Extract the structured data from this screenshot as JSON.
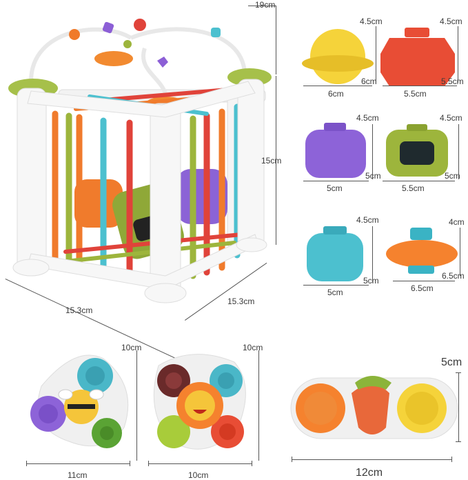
{
  "cube": {
    "height": "19cm",
    "side": "15cm",
    "width_left": "15.3cm",
    "width_right": "15.3cm"
  },
  "shapes": [
    {
      "height": "4.5cm",
      "depth": "6cm",
      "width": "6cm",
      "color": "#f5d33a"
    },
    {
      "height": "4.5cm",
      "depth": "5.5cm",
      "width": "5.5cm",
      "color": "#e84d35"
    },
    {
      "height": "4.5cm",
      "depth": "5cm",
      "width": "5cm",
      "color": "#8d63d8"
    },
    {
      "height": "4.5cm",
      "depth": "5cm",
      "width": "5.5cm",
      "color": "#9db53c"
    },
    {
      "height": "4.5cm",
      "depth": "5cm",
      "width": "5cm",
      "color": "#4cc0cf"
    },
    {
      "height": "4cm",
      "depth": "6.5cm",
      "width": "6.5cm",
      "color": "#f5822e"
    }
  ],
  "spinners": [
    {
      "width": "11cm",
      "height": "10cm"
    },
    {
      "width": "10cm",
      "height": "10cm"
    },
    {
      "width": "12cm",
      "height": "5cm"
    }
  ]
}
